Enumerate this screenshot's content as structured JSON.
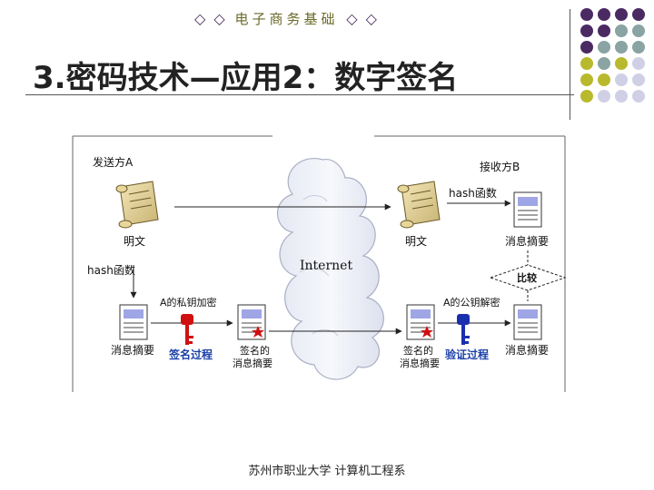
{
  "slide": {
    "header": "电子商务基础",
    "title": "3.密码技术—应用2：数字签名",
    "footer": "苏州市职业大学 计算机工程系"
  },
  "diagram": {
    "sender_label": "发送方A",
    "receiver_label": "接收方B",
    "internet_label": "Internet",
    "plaintext_sender": "明文",
    "plaintext_receiver": "明文",
    "hash_sender": "hash函数",
    "hash_receiver": "hash函数",
    "digest_sender": "消息摘要",
    "private_key_label": "A的私钥加密",
    "sign_process": "签名过程",
    "signed_digest_sender_l1": "签名的",
    "signed_digest_sender_l2": "消息摘要",
    "signed_digest_receiver_l1": "签名的",
    "signed_digest_receiver_l2": "消息摘要",
    "public_key_label": "A的公钥解密",
    "verify_process": "验证过程",
    "digest_receiver_bottom": "消息摘要",
    "digest_receiver_top": "消息摘要",
    "compare_label": "比较"
  },
  "colors": {
    "purple": "#4b2a63",
    "teal": "#8aa3a3",
    "olive": "#b9b92e",
    "lavender": "#cfd0e6",
    "red_key": "#d01010",
    "blue_key": "#1a2fae",
    "process_text": "#1a3fa8"
  }
}
